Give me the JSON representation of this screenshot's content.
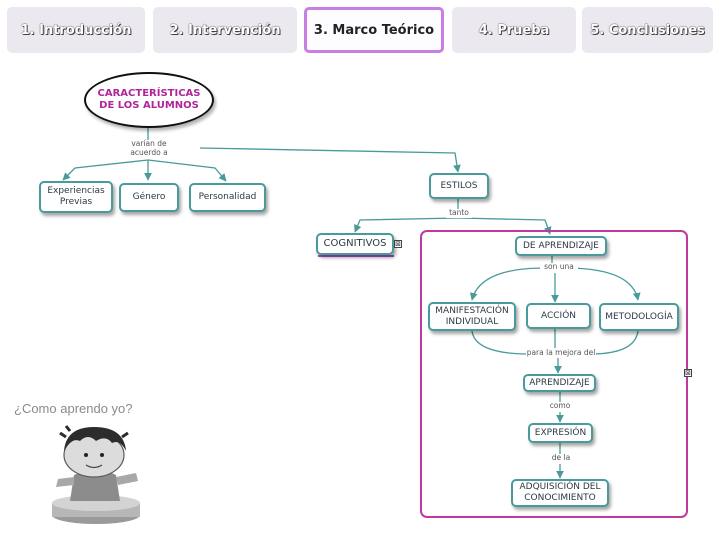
{
  "tabs": [
    {
      "label": "1. Introducción"
    },
    {
      "label": "2. Intervención"
    },
    {
      "label": "3. Marco Teórico"
    },
    {
      "label": "4. Prueba"
    },
    {
      "label": "5. Conclusiones"
    }
  ],
  "map": {
    "root": {
      "line1": "CARACTERÍSTICAS",
      "line2": "DE LOS ALUMNOS"
    },
    "link_root": {
      "line1": "varían de",
      "line2": "acuerdo a"
    },
    "experiencias": {
      "line1": "Experiencias",
      "line2": "Previas"
    },
    "genero": "Género",
    "personalidad": "Personalidad",
    "estilos": "ESTILOS",
    "link_estilos": "tanto",
    "cognitivos": "COGNITIVOS",
    "aprendizaje_estilo": "DE APRENDIZAJE",
    "link_son_una": "son una",
    "manifestacion": {
      "line1": "MANIFESTACIÓN",
      "line2": "INDIVIDUAL"
    },
    "accion": "ACCIÓN",
    "metodologia": "METODOLOGÍA",
    "link_mejora": "para la mejora del",
    "aprendizaje": "APRENDIZAJE",
    "link_como": "como",
    "expresion": "EXPRESIÓN",
    "link_de_la": "de la",
    "adquisicion": {
      "line1": "ADQUISICIÓN DEL",
      "line2": "CONOCIMIENTO"
    }
  },
  "illustration": {
    "caption": "¿Como aprendo yo?"
  },
  "colors": {
    "node_border": "#4a9a9b",
    "link_line": "#4a9a9b",
    "highlight_frame": "#c0399f",
    "active_tab_border": "#c77fe3"
  }
}
